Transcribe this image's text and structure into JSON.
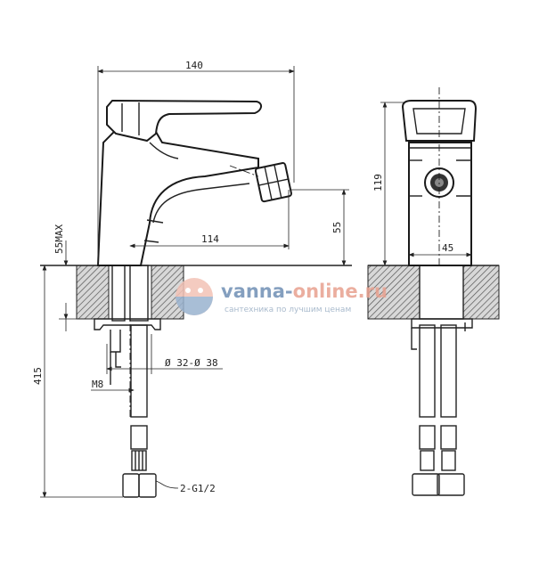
{
  "dimensions": {
    "width_total": "140",
    "spout_reach": "114",
    "spout_height": "55",
    "counter_max": "55MAX",
    "total_length": "415",
    "hole_diameter": "Ø 32-Ø 38",
    "stud": "M8",
    "connection": "2-G1/2",
    "side_height": "119",
    "side_width": "45"
  },
  "watermark": {
    "brand_part1": "vanna-",
    "brand_part2": "online.ru",
    "tagline": "сантехника по лучшим ценам",
    "color_blue": "#6f8fb4",
    "color_red": "#e8a08f"
  }
}
